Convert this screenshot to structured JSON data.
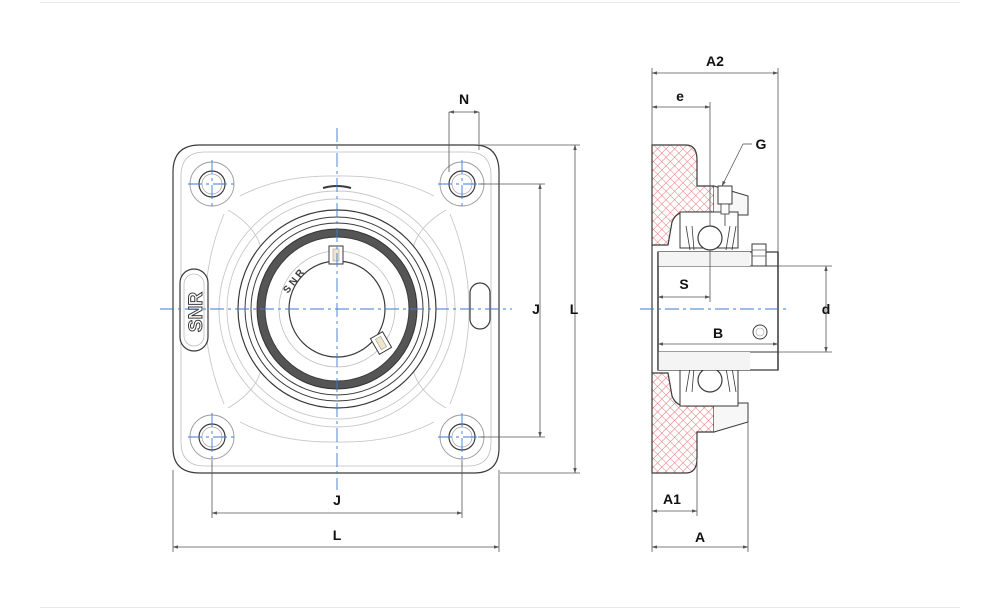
{
  "brand": "SNR",
  "bearing_marking": "SNR",
  "labels": {
    "N": "N",
    "J_vertical": "J",
    "L_vertical": "L",
    "J_horizontal": "J",
    "L_horizontal": "L",
    "A2": "A2",
    "e": "e",
    "G": "G",
    "S": "S",
    "d": "d",
    "B": "B",
    "A1": "A1",
    "A": "A"
  },
  "colors": {
    "outline": "#3a3a3a",
    "bore_fill": "#333333",
    "centerline": "#3b78d8",
    "hatch": "#e57373",
    "dimension": "#555555"
  }
}
